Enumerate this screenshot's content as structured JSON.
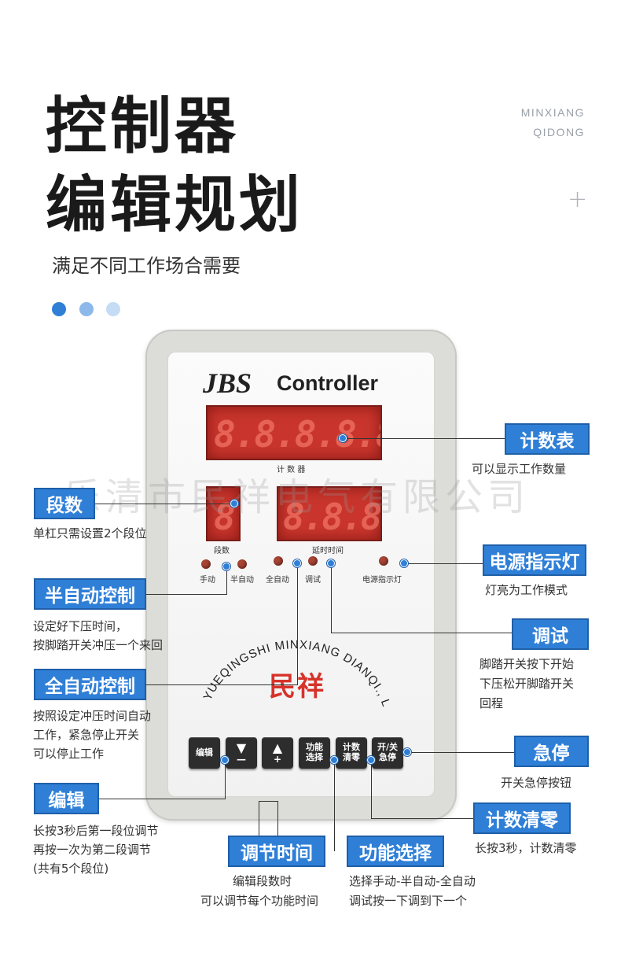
{
  "header": {
    "title_line1": "控制器",
    "title_line2": "编辑规划",
    "subtitle": "满足不同工作场合需要",
    "brand_en_line1": "MINXIANG",
    "brand_en_line2": "QIDONG",
    "plus_symbol": "+"
  },
  "decor_dots": [
    {
      "color": "#2f7fd7"
    },
    {
      "color": "#8db8ea"
    },
    {
      "color": "#c5dcf5"
    }
  ],
  "watermark": "乐清市民祥电气有限公司",
  "device": {
    "brand_italic": "JBS",
    "brand_word": "Controller",
    "counter_display": "8.8.8.8.8.",
    "counter_label": "计 数 器",
    "segment_display": "8",
    "time_display": "8.8.8.",
    "segment_label": "段数",
    "delay_label": "延时时间",
    "indicators": {
      "manual": "手动",
      "semi_auto": "半自动",
      "full_auto": "全自动",
      "debug": "调试",
      "power": "电源指示灯"
    },
    "arc_text": "YUEQINGSHI MINXIANG DIANQI., LTD",
    "logo": "民祥",
    "keys": {
      "edit": "编辑",
      "down_glyph": "▼",
      "down_sign": "—",
      "up_glyph": "▲",
      "up_sign": "+",
      "func_line1": "功能",
      "func_line2": "选择",
      "clear_line1": "计数",
      "clear_line2": "清零",
      "stop_line1": "开/关",
      "stop_line2": "急停"
    }
  },
  "callouts": {
    "counter": {
      "title": "计数表",
      "desc": [
        "可以显示工作数量"
      ]
    },
    "segments": {
      "title": "段数",
      "desc": [
        "单杠只需设置2个段位"
      ]
    },
    "power": {
      "title": "电源指示灯",
      "desc": [
        "灯亮为工作模式"
      ]
    },
    "semi_auto": {
      "title": "半自动控制",
      "desc": [
        "设定好下压时间，",
        "按脚踏开关冲压一个来回"
      ]
    },
    "debug": {
      "title": "调试",
      "desc": [
        "脚踏开关按下开始",
        "下压松开脚踏开关",
        "回程"
      ]
    },
    "full_auto": {
      "title": "全自动控制",
      "desc": [
        "按照设定冲压时间自动",
        "工作，紧急停止开关",
        "可以停止工作"
      ]
    },
    "emergency": {
      "title": "急停",
      "desc": [
        "开关急停按钮"
      ]
    },
    "edit": {
      "title": "编辑",
      "desc": [
        "长按3秒后第一段位调节",
        "再按一次为第二段调节",
        "(共有5个段位)"
      ]
    },
    "clear": {
      "title": "计数清零",
      "desc": [
        "长按3秒，计数清零"
      ]
    },
    "adjust_time": {
      "title": "调节时间",
      "desc": [
        "编辑段数时",
        "可以调节每个功能时间"
      ]
    },
    "func_select": {
      "title": "功能选择",
      "desc": [
        "选择手动-半自动-全自动",
        "调试按一下调到下一个"
      ]
    }
  },
  "colors": {
    "accent": "#2f7fd7",
    "accent_dark": "#1f5fa8",
    "led_red": "#c9352c",
    "logo_red": "#d7322a"
  }
}
